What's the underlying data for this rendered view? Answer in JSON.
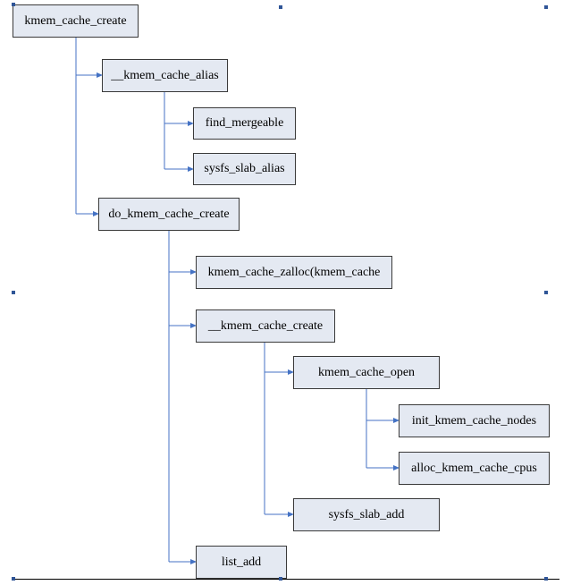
{
  "nodes": {
    "kmem_cache_create": "kmem_cache_create",
    "kmem_cache_alias": "__kmem_cache_alias",
    "find_mergeable": "find_mergeable",
    "sysfs_slab_alias": "sysfs_slab_alias",
    "do_kmem_cache_create": "do_kmem_cache_create",
    "kmem_cache_zalloc": "kmem_cache_zalloc(kmem_cache",
    "inner_kmem_cache_create": "__kmem_cache_create",
    "kmem_cache_open": "kmem_cache_open",
    "init_kmem_cache_nodes": "init_kmem_cache_nodes",
    "alloc_kmem_cache_cpus": "alloc_kmem_cache_cpus",
    "sysfs_slab_add": "sysfs_slab_add",
    "list_add": "list_add"
  },
  "colors": {
    "connector": "#4472c4",
    "node_fill": "#e4e9f2",
    "node_border": "#3a3a3a",
    "selection_handle": "#2f5597"
  }
}
